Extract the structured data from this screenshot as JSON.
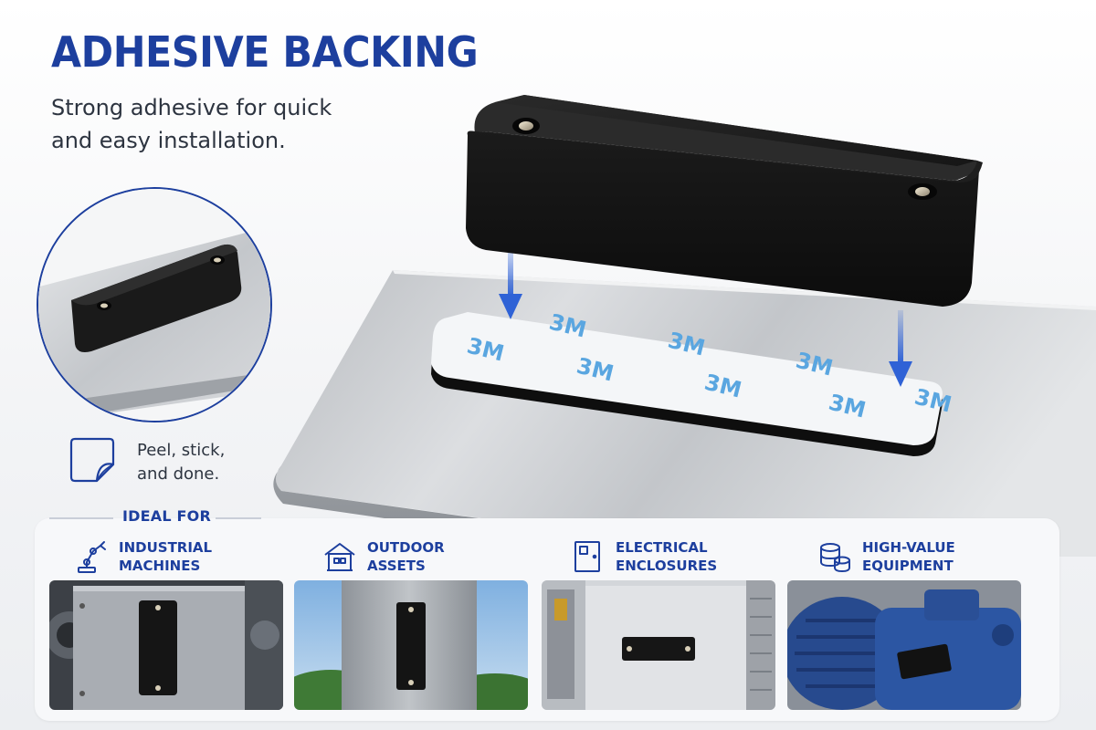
{
  "headline": "ADHESIVE BACKING",
  "subtitle": "Strong adhesive for quick and easy installation.",
  "peel_note": "Peel, stick, and done.",
  "liner_marking": "3M",
  "ideal_for": {
    "label": "IDEAL FOR",
    "items": [
      {
        "icon": "robot-arm-icon",
        "label": "INDUSTRIAL\nMACHINES"
      },
      {
        "icon": "house-icon",
        "label": "OUTDOOR\nASSETS"
      },
      {
        "icon": "cabinet-icon",
        "label": "ELECTRICAL\nENCLOSURES"
      },
      {
        "icon": "coin-stack-icon",
        "label": "HIGH-VALUE\nEQUIPMENT"
      }
    ]
  },
  "colors": {
    "brand_blue": "#1d3f9e",
    "arrow_blue": "#2f62d6",
    "liner_print": "#5aa6e0",
    "mount_black": "#141414"
  }
}
